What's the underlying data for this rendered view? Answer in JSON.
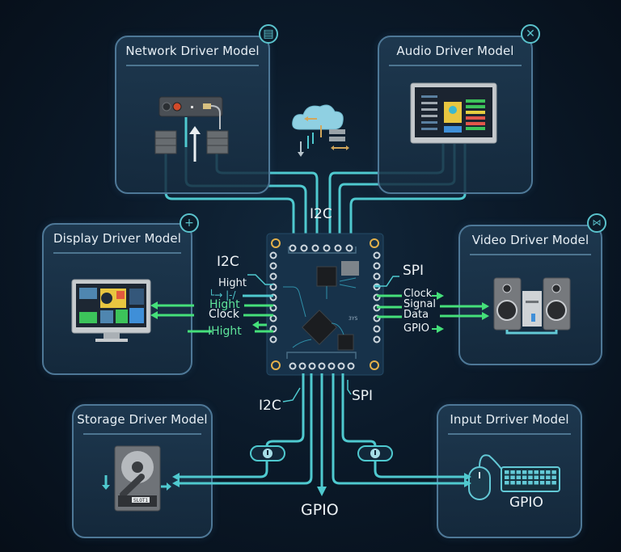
{
  "panels": {
    "network": {
      "title": "Network Driver Model",
      "corner_icon": "router-icon"
    },
    "audio": {
      "title": "Audio Driver Model",
      "corner_icon": "close-icon"
    },
    "display": {
      "title": "Display Driver Model",
      "corner_icon": "plus-icon"
    },
    "video": {
      "title": "Video Driver Model",
      "corner_icon": "bowtie-icon"
    },
    "storage": {
      "title": "Storage Driver Model",
      "disk_label": "SLOT1"
    },
    "input": {
      "title": "Input  Drriver Model",
      "bus_label": "GPIO"
    }
  },
  "board": {
    "top_bus": "I2C",
    "left_labels": {
      "bus": "I2C",
      "l1": "Hight",
      "l2": "Hight",
      "l3": "Clock",
      "l4": "IHight",
      "stub": "└→  |-/"
    },
    "right_labels": {
      "bus": "SPI",
      "l1": "Clock",
      "l2": "Signal",
      "l3": "Data",
      "l4": "GPIO"
    },
    "bottom_left_bus": "I2C",
    "bottom_right_bus": "SPI",
    "bottom_bus": "GPIO",
    "chip_marking": "3YS"
  },
  "colors": {
    "trace": "#4fc9cf",
    "signal_green": "#45e07a",
    "panel_border": "#4e7897",
    "board": "#17324a",
    "pad_gold": "#e2b04a"
  }
}
